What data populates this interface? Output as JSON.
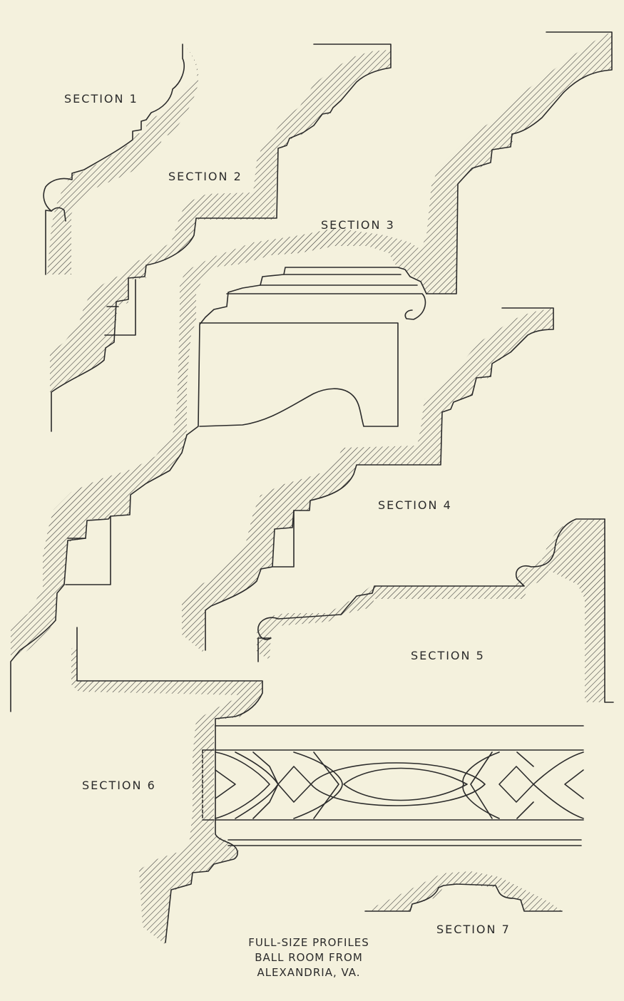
{
  "labels": {
    "section_1": "SECTION 1",
    "section_2": "SECTION 2",
    "section_3": "SECTION 3",
    "section_4": "SECTION 4",
    "section_5": "SECTION 5",
    "section_6": "SECTION 6",
    "section_7": "SECTION 7"
  },
  "caption": {
    "line_1": "FULL-SIZE PROFILES",
    "line_2": "BALL ROOM FROM",
    "line_3": "ALEXANDRIA, VA."
  },
  "colors": {
    "paper": "#f4f1dd",
    "ink": "#2b2b2b"
  }
}
